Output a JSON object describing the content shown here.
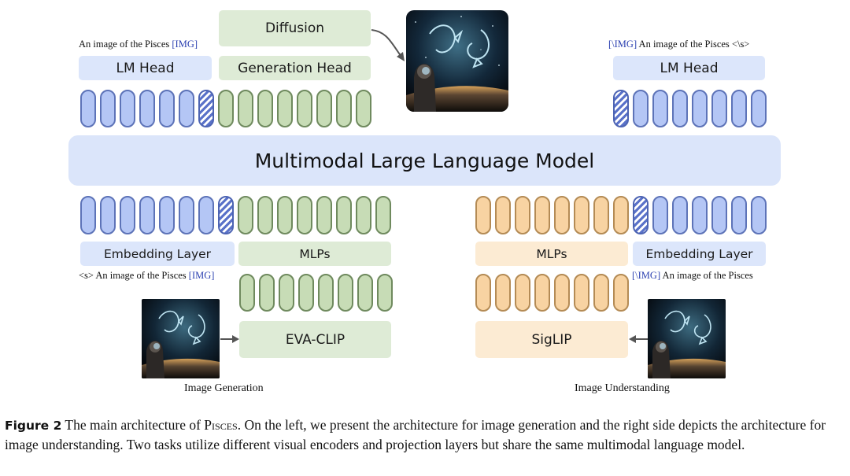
{
  "diagram": {
    "mllm_label": "Multimodal Large Language Model",
    "top_left": {
      "caption_prefix": "An image of the Pisces ",
      "caption_tag": "[IMG]",
      "lm_head": "LM Head",
      "generation_head": "Generation Head",
      "diffusion": "Diffusion"
    },
    "top_right": {
      "caption_tag": "[\\IMG]",
      "caption_suffix": " An image of the Pisces <\\s>",
      "lm_head": "LM Head"
    },
    "bottom_left": {
      "caption_prefix": "<s> An image of the Pisces ",
      "caption_tag": "[IMG]",
      "embedding_layer": "Embedding Layer",
      "mlps": "MLPs",
      "encoder": "EVA-CLIP",
      "section_label": "Image Generation"
    },
    "bottom_right": {
      "caption_tag": "[\\IMG]",
      "caption_suffix": " An image of the Pisces",
      "embedding_layer": "Embedding Layer",
      "mlps": "MLPs",
      "encoder": "SigLIP",
      "section_label": "Image Understanding"
    }
  },
  "figure_caption": {
    "label": "Figure 2",
    "text_before": " The main architecture of ",
    "model_name": "Pisces",
    "text_after": ". On the left, we present the architecture for image generation and the right side depicts the architecture for image understanding. Two tasks utilize different visual encoders and projection layers but share the same multimodal language model."
  },
  "colors": {
    "blue_block": "#dce6fb",
    "green_block": "#deebd6",
    "orange_block": "#fcebd3",
    "blue_token": "#b4c6f5",
    "green_token": "#c7dcb6",
    "orange_token": "#f8d3a2"
  }
}
